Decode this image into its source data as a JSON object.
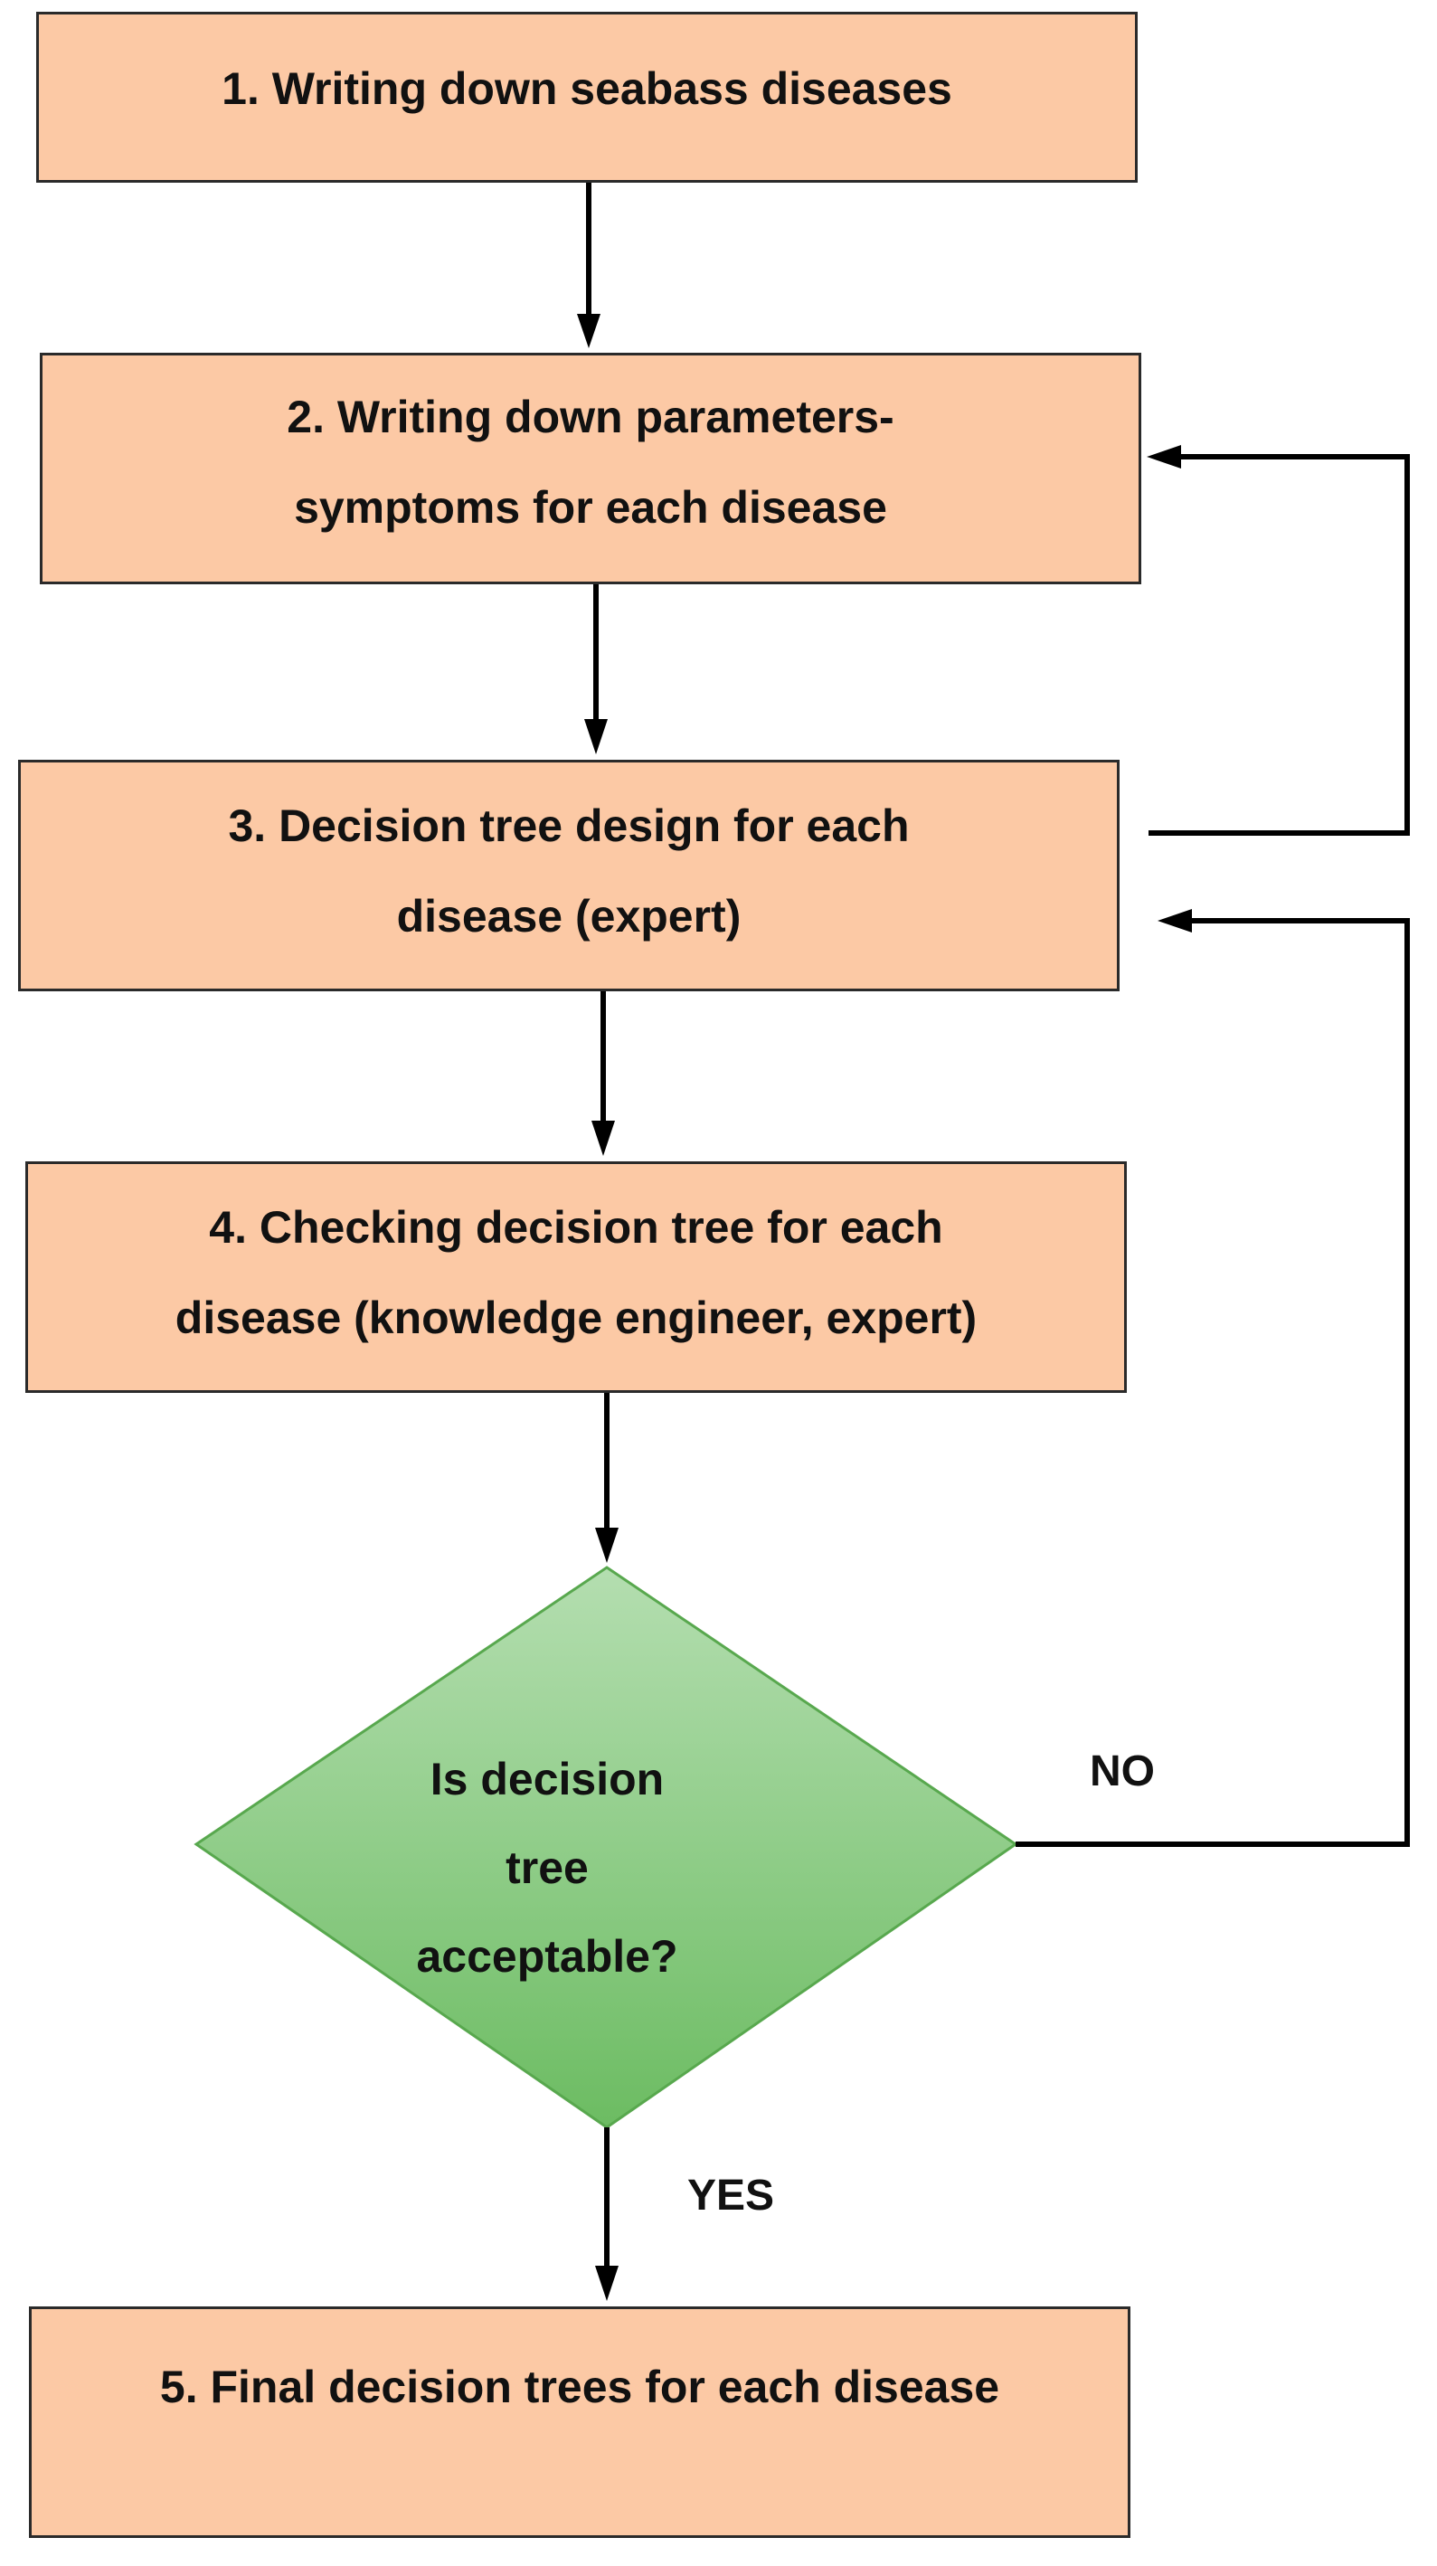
{
  "steps": [
    {
      "id": "step-1",
      "text": "1. Writing down seabass diseases"
    },
    {
      "id": "step-2",
      "text": "2. Writing down parameters-\nsymptoms for each disease"
    },
    {
      "id": "step-3",
      "text": "3. Decision tree design for each\ndisease (expert)"
    },
    {
      "id": "step-4",
      "text": "4. Checking decision tree for each\ndisease (knowledge engineer, expert)"
    },
    {
      "id": "step-5",
      "text": "5. Final decision trees for each disease"
    }
  ],
  "decision": {
    "text": "Is decision\ntree\nacceptable?",
    "yes_label": "YES",
    "no_label": "NO"
  },
  "colors": {
    "step_fill": "#fcc9a5",
    "step_border": "#2a2a2a",
    "decision_fill_top": "#b4deb0",
    "decision_fill_bottom": "#6cbc62",
    "arrow": "#000000"
  }
}
